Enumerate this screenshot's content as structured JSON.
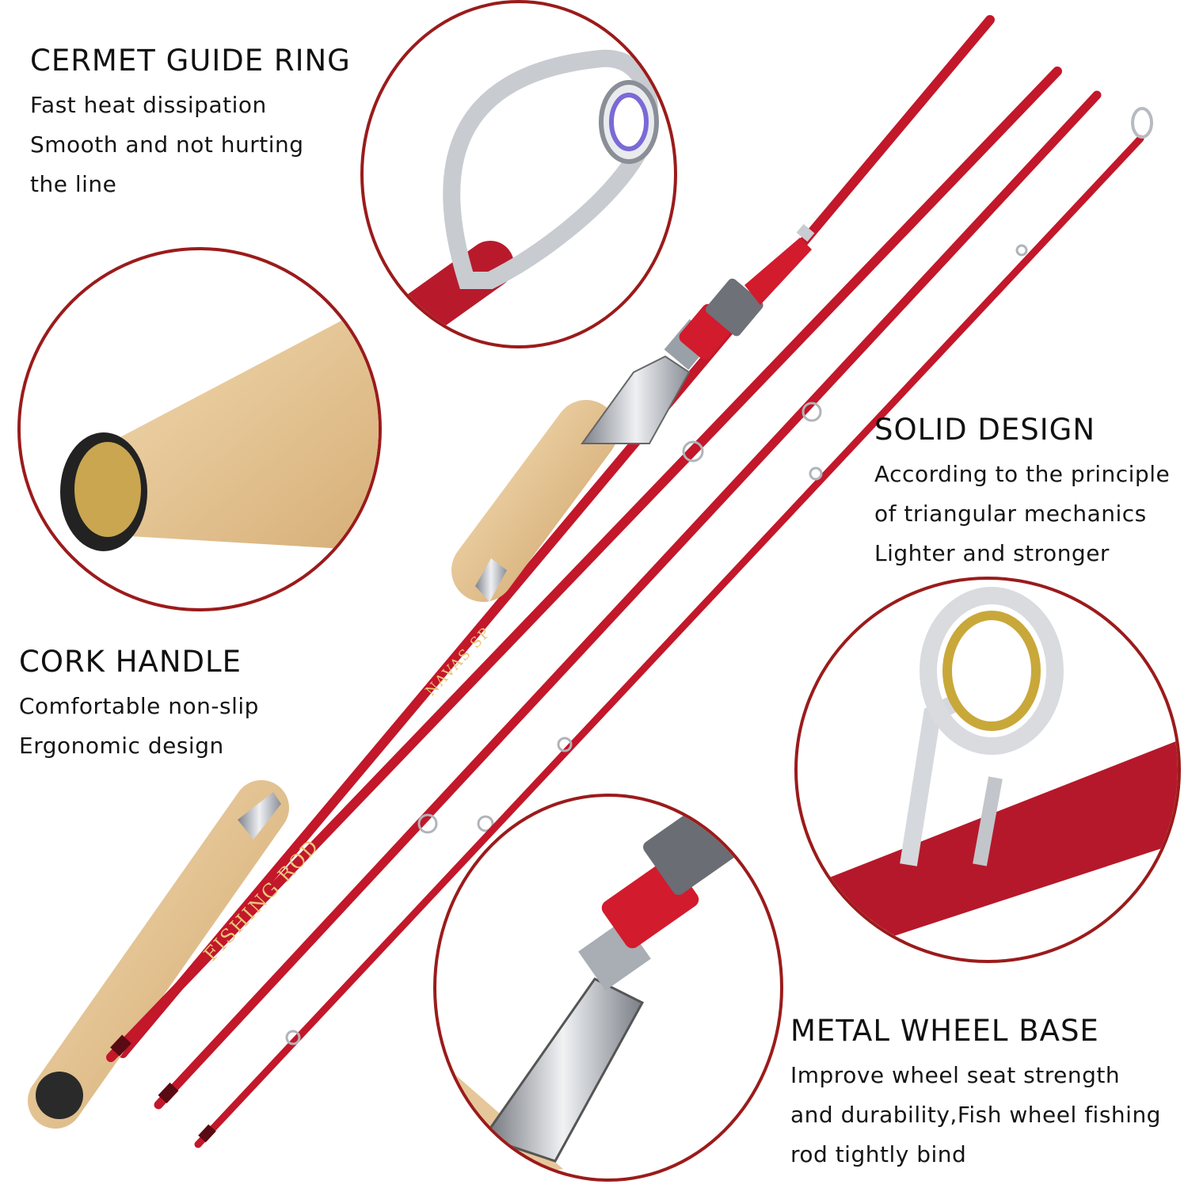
{
  "features": [
    {
      "title": "CERMET GUIDE RING",
      "lines": [
        "Fast heat dissipation",
        "Smooth and not hurting",
        "the line"
      ]
    },
    {
      "title": "CORK HANDLE",
      "lines": [
        "Comfortable non-slip",
        "Ergonomic design"
      ]
    },
    {
      "title": "SOLID DESIGN",
      "lines": [
        "According to the principle",
        "of triangular mechanics",
        "Lighter and stronger"
      ]
    },
    {
      "title": "METAL WHEEL BASE",
      "lines": [
        "Improve wheel seat strength",
        "and durability,Fish wheel fishing",
        "rod tightly bind"
      ]
    }
  ],
  "rod_printing": {
    "model": "FISHING ROD",
    "label": "NAVAS SP"
  },
  "colors": {
    "rod_red": "#c8182a",
    "circle_border": "#9b1b1b",
    "cork": "#e2c08e",
    "chrome": "#b9bcc2"
  }
}
